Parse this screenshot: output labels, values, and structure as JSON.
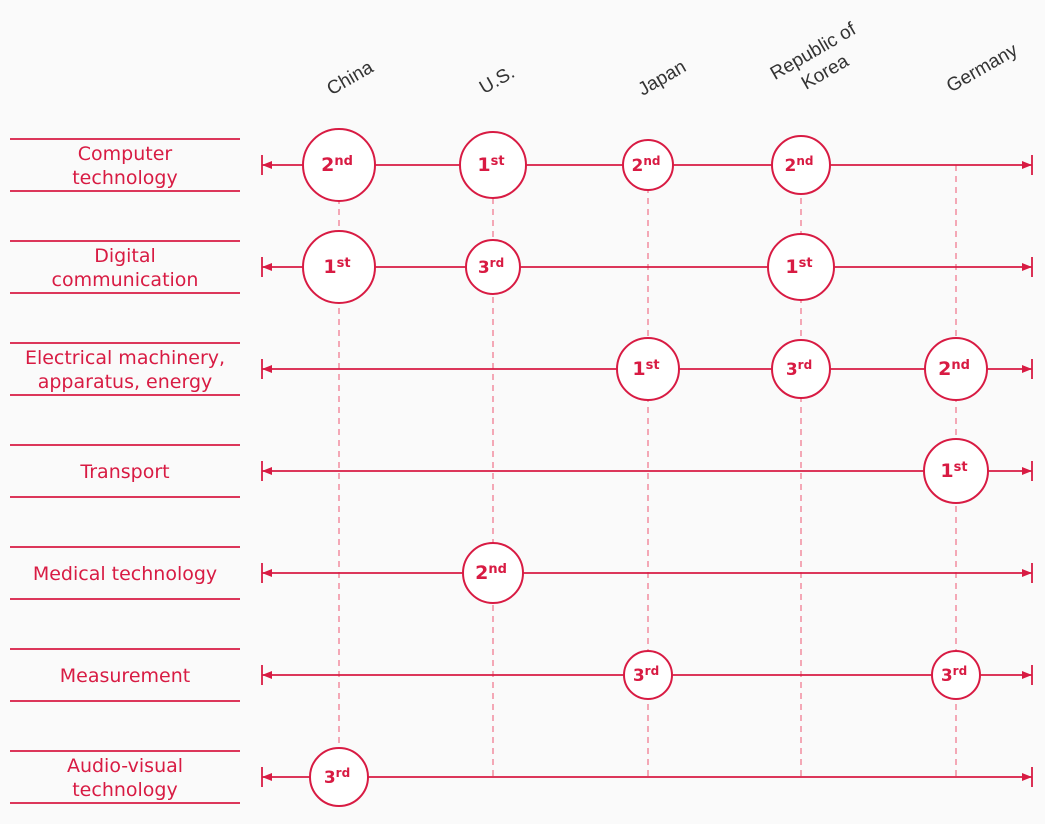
{
  "colors": {
    "accent": "#d81b43",
    "dashed": "#f28ca0",
    "country_text": "#333333",
    "background": "#fafafa"
  },
  "countries": [
    [
      "China"
    ],
    [
      "U.S."
    ],
    [
      "Japan"
    ],
    [
      "Republic of",
      "Korea"
    ],
    [
      "Germany"
    ]
  ],
  "technologies": [
    [
      "Computer",
      "technology"
    ],
    [
      "Digital",
      "communication"
    ],
    [
      "Electrical machinery,",
      "apparatus, energy"
    ],
    [
      "Transport"
    ],
    [
      "Medical technology"
    ],
    [
      "Measurement"
    ],
    [
      "Audio-visual",
      "technology"
    ]
  ],
  "rankings": [
    {
      "tech": 0,
      "country": 0,
      "num": "2",
      "suffix": "nd"
    },
    {
      "tech": 0,
      "country": 1,
      "num": "1",
      "suffix": "st"
    },
    {
      "tech": 0,
      "country": 2,
      "num": "2",
      "suffix": "nd"
    },
    {
      "tech": 0,
      "country": 3,
      "num": "2",
      "suffix": "nd"
    },
    {
      "tech": 1,
      "country": 0,
      "num": "1",
      "suffix": "st"
    },
    {
      "tech": 1,
      "country": 1,
      "num": "3",
      "suffix": "rd"
    },
    {
      "tech": 1,
      "country": 3,
      "num": "1",
      "suffix": "st"
    },
    {
      "tech": 2,
      "country": 2,
      "num": "1",
      "suffix": "st"
    },
    {
      "tech": 2,
      "country": 3,
      "num": "3",
      "suffix": "rd"
    },
    {
      "tech": 2,
      "country": 4,
      "num": "2",
      "suffix": "nd"
    },
    {
      "tech": 3,
      "country": 4,
      "num": "1",
      "suffix": "st"
    },
    {
      "tech": 4,
      "country": 1,
      "num": "2",
      "suffix": "nd"
    },
    {
      "tech": 5,
      "country": 2,
      "num": "3",
      "suffix": "rd"
    },
    {
      "tech": 5,
      "country": 4,
      "num": "3",
      "suffix": "rd"
    },
    {
      "tech": 6,
      "country": 0,
      "num": "3",
      "suffix": "rd"
    }
  ]
}
